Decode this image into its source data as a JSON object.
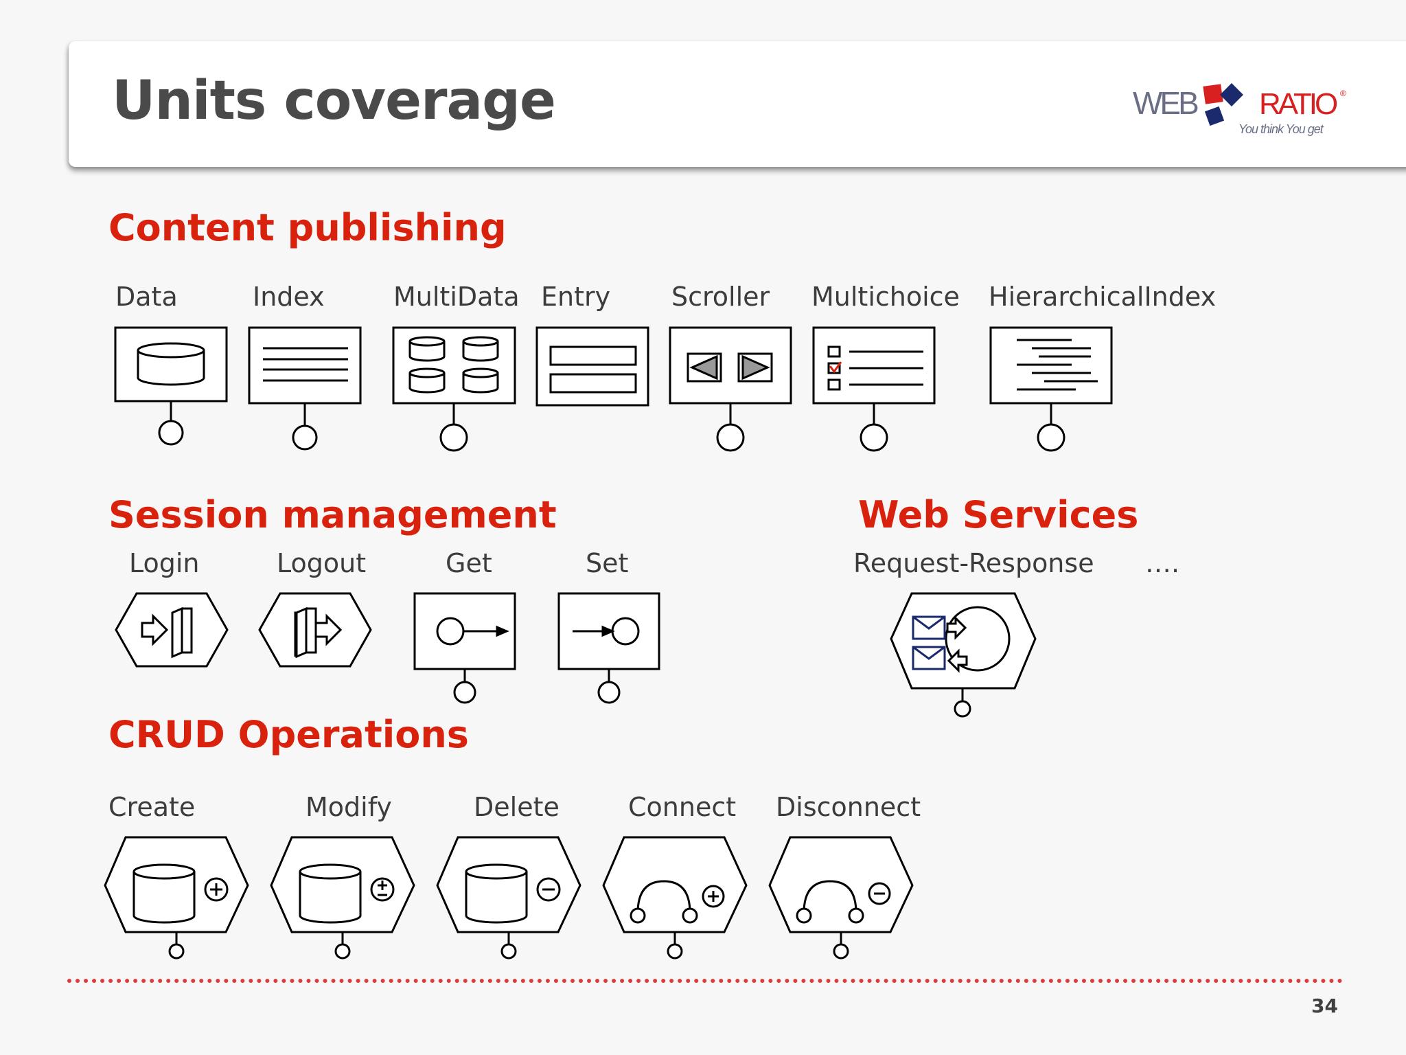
{
  "slide": {
    "title": "Units coverage",
    "page_number": "34"
  },
  "logo": {
    "left_text": "WEB",
    "right_text": "RATIO",
    "registered_mark": "®",
    "tagline": "You think You get",
    "colors": {
      "red": "#d7201f",
      "navy": "#1a2a6c",
      "grey": "#6b6f86"
    }
  },
  "sections": {
    "content_publishing": "Content publishing",
    "session_management": "Session management",
    "web_services": "Web Services",
    "crud_operations": "CRUD Operations"
  },
  "units": {
    "content_publishing": [
      "Data",
      "Index",
      "MultiData",
      "Entry",
      "Scroller",
      "Multichoice",
      "HierarchicalIndex"
    ],
    "session_management": [
      "Login",
      "Logout",
      "Get",
      "Set"
    ],
    "web_services": [
      "Request-Response",
      "…."
    ],
    "crud_operations": [
      "Create",
      "Modify",
      "Delete",
      "Connect",
      "Disconnect"
    ]
  },
  "icons": {
    "content_publishing": [
      "database-unit-icon",
      "index-list-icon",
      "multidata-grid-icon",
      "entry-form-icon",
      "scroller-arrows-icon",
      "multichoice-checklist-icon",
      "hierarchical-index-icon"
    ],
    "session_management": [
      "login-door-icon",
      "logout-door-icon",
      "get-parameter-icon",
      "set-parameter-icon"
    ],
    "web_services": [
      "request-response-envelope-icon"
    ],
    "crud_operations": [
      "create-database-icon",
      "modify-database-icon",
      "delete-database-icon",
      "connect-relationship-icon",
      "disconnect-relationship-icon"
    ]
  },
  "colors": {
    "section_title": "#d9220d",
    "slide_title": "#4a4a4a",
    "label": "#3c3c3c",
    "stroke": "#000000",
    "footer_dots": "#e03a3a",
    "checkmark": "#d9220d",
    "envelope": "#1a2a6c"
  }
}
